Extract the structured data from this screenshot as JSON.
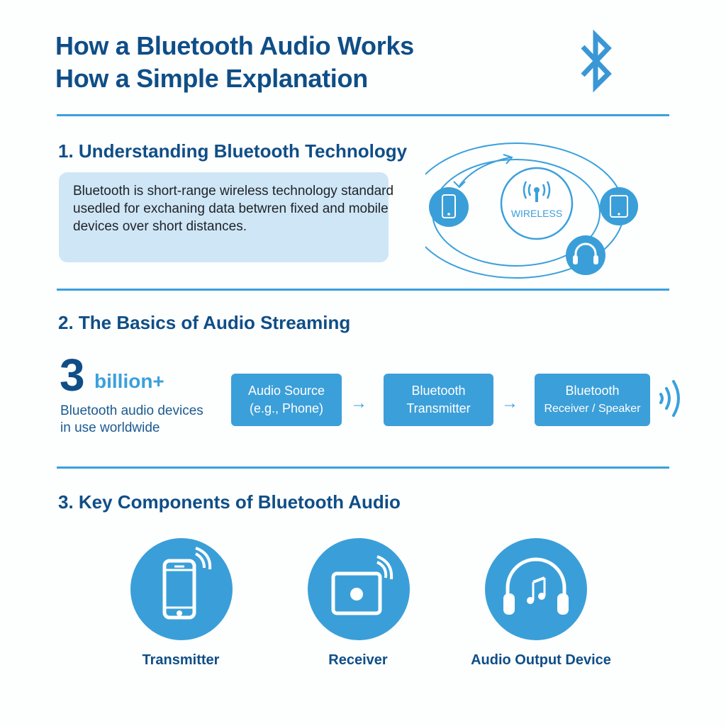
{
  "header": {
    "title_line1": "How a Bluetooth Audio Works",
    "title_line2": "How a Simple Explanation",
    "logo_icon": "bluetooth-icon"
  },
  "section1": {
    "heading": "1. Understanding Bluetooth Technology",
    "description": "Bluetooth is short-range wireless technology standard usedled for exchaning data betwren fixed and mobile devices over short distances.",
    "diagram": {
      "center_label": "WIRELESS",
      "center_icon": "antenna-icon",
      "devices": [
        "smartphone-icon",
        "tablet-icon",
        "headphones-icon"
      ]
    }
  },
  "section2": {
    "heading": "2. The Basics of Audio Streaming",
    "stat": {
      "number": "3",
      "unit": "billion+",
      "caption_line1": "Bluetooth audio devices",
      "caption_line2": "in use worldwide"
    },
    "flow": [
      {
        "line1": "Audio Source",
        "line2": "(e.g., Phone)"
      },
      {
        "line1": "Bluetooth",
        "line2": "Transmitter"
      },
      {
        "line1": "Bluetooth",
        "line2": "Receiver / Speaker"
      }
    ],
    "arrow": "→"
  },
  "section3": {
    "heading": "3. Key Components of Bluetooth Audio",
    "components": [
      {
        "label": "Transmitter",
        "icon": "smartphone-signal-icon"
      },
      {
        "label": "Receiver",
        "icon": "receiver-signal-icon"
      },
      {
        "label": "Audio Output Device",
        "icon": "headphones-music-icon"
      }
    ]
  },
  "colors": {
    "primary_dark": "#0f4e87",
    "accent": "#3aa0dc",
    "box_fill": "#cfe6f6"
  }
}
